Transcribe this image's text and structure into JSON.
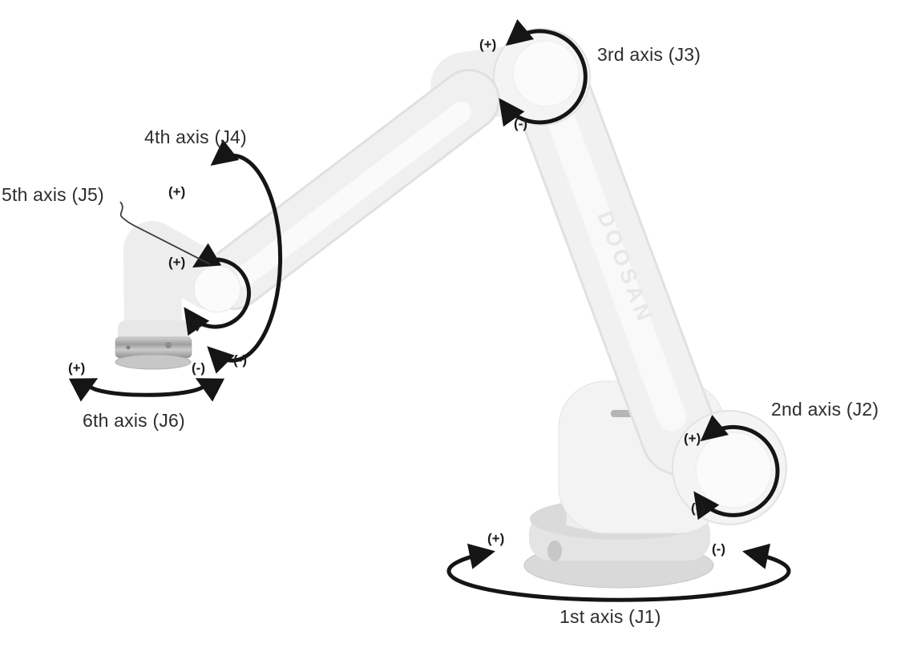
{
  "diagram": {
    "brand_watermark": "DOOSAN",
    "colors": {
      "arrow": "#151515",
      "body_light": "#f1f1f1",
      "body_shadow": "#e1e1e1",
      "metal_ring": "#a8a8a8",
      "label_text": "#2d2d2d"
    },
    "axes": {
      "j1": {
        "label": "1st axis (J1)",
        "plus": "(+)",
        "minus": "(-)"
      },
      "j2": {
        "label": "2nd axis (J2)",
        "plus": "(+)",
        "minus": "(-)"
      },
      "j3": {
        "label": "3rd axis (J3)",
        "plus": "(+)",
        "minus": "(-)"
      },
      "j4": {
        "label": "4th axis (J4)",
        "plus": "(+)",
        "minus": "(-)"
      },
      "j5": {
        "label": "5th axis (J5)",
        "plus": "(+)",
        "minus": "(-)"
      },
      "j6": {
        "label": "6th axis (J6)",
        "plus": "(+)",
        "minus": "(-)"
      }
    }
  }
}
